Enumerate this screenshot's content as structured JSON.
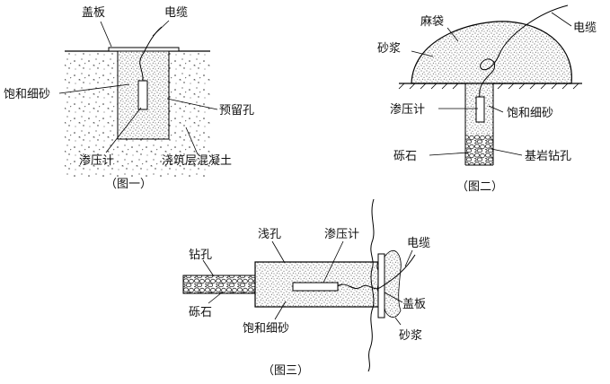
{
  "figures": [
    {
      "caption": "（图一）",
      "labels": {
        "cover": "盖板",
        "cable": "电缆",
        "saturated_sand": "饱和细砂",
        "reserved_hole": "预留孔",
        "piezometer": "渗压计",
        "concrete_layer": "浇筑层混凝土"
      }
    },
    {
      "caption": "（图二）",
      "labels": {
        "sack": "麻袋",
        "cable": "电缆",
        "mortar": "砂浆",
        "piezometer": "渗压计",
        "saturated_sand": "饱和细砂",
        "gravel": "砾石",
        "bedrock_hole": "基岩钻孔"
      }
    },
    {
      "caption": "（图三）",
      "labels": {
        "shallow_hole": "浅孔",
        "piezometer": "渗压计",
        "cable": "电缆",
        "drill_hole": "钻孔",
        "cover": "盖板",
        "gravel": "砾石",
        "saturated_sand": "饱和细砂",
        "mortar": "砂浆"
      }
    }
  ]
}
